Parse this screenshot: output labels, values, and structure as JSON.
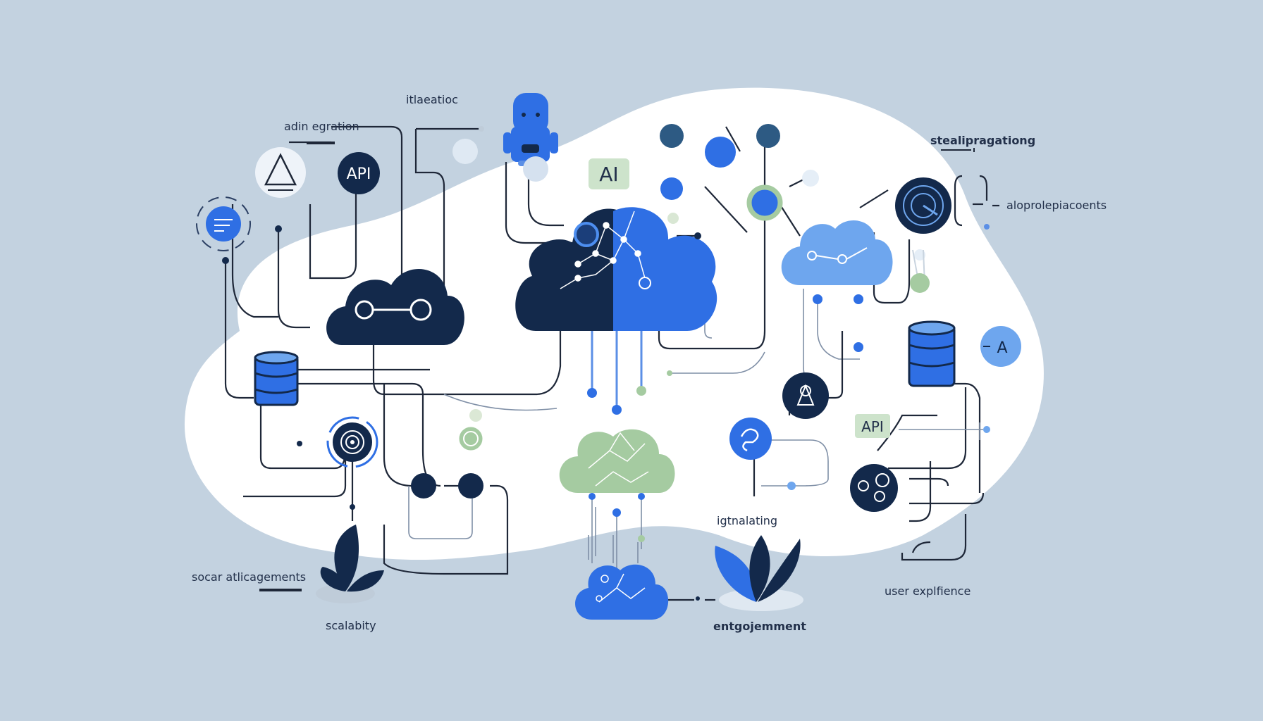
{
  "colors": {
    "background": "#c3d2e0",
    "blob": "#ffffff",
    "navy": "#13294b",
    "blue": "#2f6fe4",
    "light_blue": "#6ea6ee",
    "green": "#a5cba1",
    "line": "#1e2738"
  },
  "labels": {
    "interactivity": "itlaeatioc",
    "api_integration": "adin egration",
    "scalability_top": "stealipragationg",
    "implementations": "aloprolepiacoents",
    "social_engagements": "socar atlicagements",
    "scalability": "scalabity",
    "integrating": "igtnalating",
    "engagement": "entgojemment",
    "user_experience": "user explfience"
  },
  "badges": {
    "api_top": "API",
    "ai": "AI",
    "api_right": "API",
    "a_circle": "A"
  },
  "icons": [
    "robot-icon",
    "triangle-icon",
    "document-icon",
    "database-icon",
    "target-icon",
    "plant-icon",
    "leaf-icon",
    "cloud-icon",
    "node-icon"
  ]
}
